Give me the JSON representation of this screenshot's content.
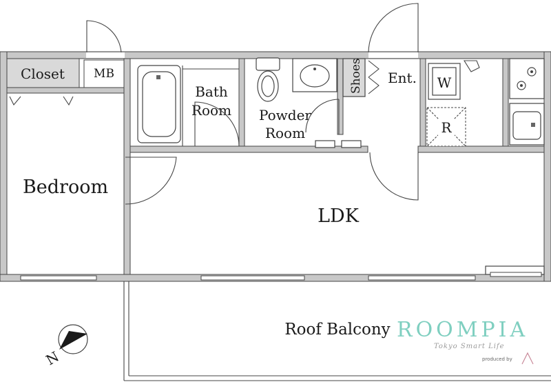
{
  "rooms": {
    "closet": "Closet",
    "mb": "MB",
    "bath_line1": "Bath",
    "bath_line2": "Room",
    "powder_line1": "Powder",
    "powder_line2": "Room",
    "shoes": "Shoes",
    "entrance": "Ent.",
    "washer": "W",
    "fridge": "R",
    "bedroom": "Bedroom",
    "ldk": "LDK",
    "balcony": "Roof Balcony"
  },
  "compass": {
    "label": "N"
  },
  "watermark": {
    "brand": "ROOMPIA",
    "tagline": "Tokyo Smart Life",
    "produced_by": "produced by",
    "color": "#7fcfc0"
  }
}
